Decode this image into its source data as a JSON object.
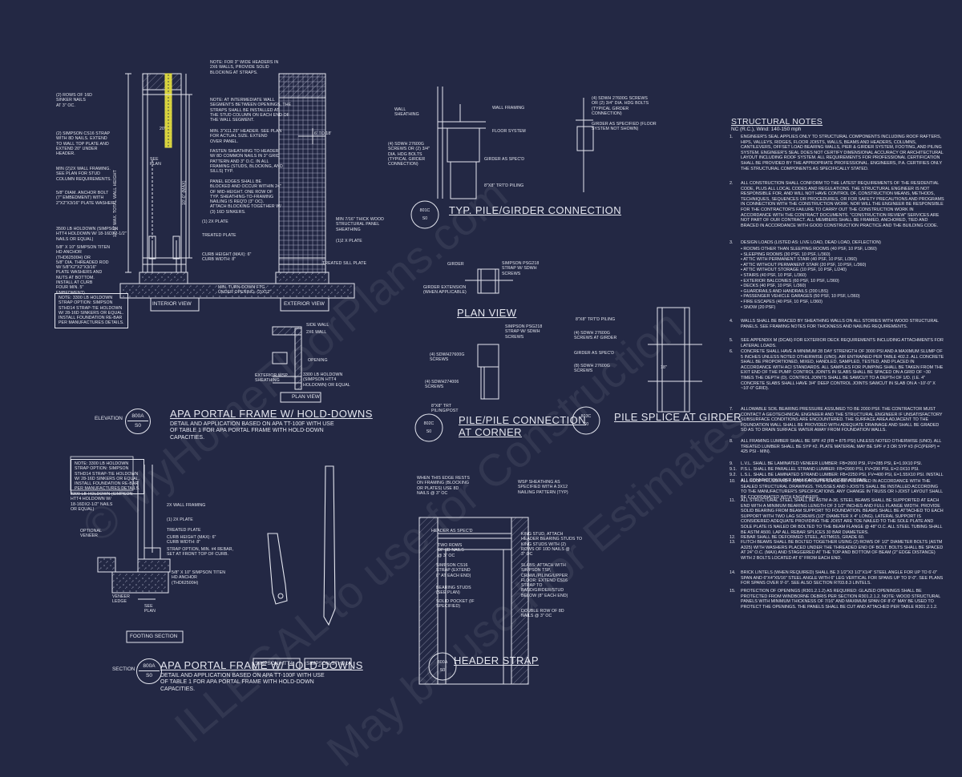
{
  "sheet": {
    "background": "#232844",
    "line_color": "#e4e6ef",
    "highlight_color": "#e5e04a"
  },
  "watermark": {
    "line1": "© MyHomeFloorPlans.com",
    "line2": "ILLEGAL to use for Construction",
    "line3": "May be used for Estimates"
  },
  "apa_frame": {
    "labels": {
      "sinker": "(2) ROWS OF 16d\nSINKER NAILS\nAT 3\" OC.",
      "strap": "(2) SIMPSON CS16 STRAP\nWITH 8d NAILS. EXTEND\nTO WALL TOP PLATE AND\nEXTEND 20\" UNDER\nHEADER.",
      "framing": "MIN (2)2X WALL FRAMING.\nSEE PLAN FOR STUD\nCOLUMN REQUIREMENTS.",
      "anchor_bolt": "5/8\" DIAM. ANCHOR BOLT\n(7\" EMBEDMENT) WITH\n2\"x2\"x3/16\" PLATE WASHER.",
      "holdown": "3500 LB HOLDOWN (SIMPSON\nHTT4 HOLDOWN W/ 18-16dx2-1/2\"\nNAILS OR EQUAL)",
      "titen": "5/8\" x 10\" SIMPSON TITEN\nHD ANCHOR\n(THD62500H) OR\n5/8\" DIA. THREADED ROD\nW/ 5/8\"x2\"x2\"x3/16\"\nPLATE WASHERS AND\nNUTS AT BOTTOM.\nINSTALL AT CURB\nFOUR MIN. 5\"\nEMBEDMENT).",
      "note_box": "NOTE: 3300 LB HOLDOWN\nSTRAP OPTION: SIMPSON\nSTHD14 STRAP-TIE HOLDOWN\nW/ 28-16d SINKERS OR EQUAL.\nINSTALL FOUNDATION RE-BAR\nPER MANUFACTURES DETAILS.",
      "note_headers": "NOTE: FOR 3\" WIDE HEADERS IN\n2x6 WALLS, PROVIDE SOLID\nBLOCKING AT STRAPS.",
      "note_segments": "NOTE: AT INTERMEDIATE WALL\nSEGMENTS BETWEEN OPENINGS, THE\nSTRAPS SHALL BE INSTALLED AT\nTHE STUD COLUMN ON EACH END OF\nTHE WALL SEGMENT.",
      "header_min": "MIN. 3\"x11.25\" HEADER. SEE PLAN\nFOR ACTUAL SIZE. EXTEND\nOVER PANEL.",
      "fasten": "FASTEN SHEATHING TO HEADER\nW/ 8d COMMON NAILS IN 3\" GRID\nPATTERN AND 3\" O.C. IN ALL\nFRAMING (STUDS, BLOCKING, AND\nSILLS) TYP.",
      "panel_edges": "PANEL EDGES SHALL BE\nBLOCKED AND OCCUR WITHIN 24\"\nOF MID-HEIGHT. ONE ROW OF\nTYP. SHEATHING-TO-FRAMING\nNAILING IS REQ'D (3\" OC).\nATTACH BLOCKING TOGETHER W/\n(3) 16d SINKERS.",
      "top_plate": "(1) 2x PLATE",
      "treated_plate": "TREATED PLATE",
      "curb": "CURB HEIGHT (MAX): 6\"\nCURB WIDTH: 8\"",
      "turn_down": "MIN. TURN-DOWN FTG.\nUNDER OPENING: (2)x12\"",
      "see_plan": "SEE\nPLAN",
      "dim_max": "12'-0\" MAX. TOTAL WALL HEIGHT",
      "dim_10": "10'-0\" (MAX)",
      "dim_20": "20\"",
      "dim_6to18": "6' TO 18'",
      "osb": "MIN 7/16\" THICK WOOD\nSTRUCTURAL PANEL\nSHEATHING",
      "plate2": "(1)2 x PLATE",
      "sill": "TREATED SILL PLATE",
      "interior": "INTERIOR VIEW",
      "exterior": "EXTERIOR VIEW"
    },
    "plan_labels": {
      "side_wall": "SIDE WALL",
      "wall_2x6": "2x6 WALL",
      "opening": "OPENING",
      "ext_sheathing": "EXTERIOR WSP\nSHEATHING",
      "holdown": "3300 LB HOLDOWN\n(SIMPSON HTT4\nHOLDOWN) OR EQUAL",
      "plan_view": "PLAN VIEW"
    },
    "tag_label": "ELEVATION",
    "tag_num": "800A",
    "tag_sheet": "S0",
    "title": "APA PORTAL FRAME W/ HOLD-DOWNS",
    "desc": "DETAIL AND APPLICATION BASED ON APA TT-100F WITH USE\nOF TABLE 1 FOR APA PORTAL FRAME WITH HOLD-DOWN\nCAPACITIES."
  },
  "apa_section": {
    "labels": {
      "note_box": "NOTE: 3300 LB HOLDOWN\nSTRAP OPTION: SIMPSON\nSTHD14 STRAP-TIE HOLDOWN\nW/ 28-16d SINKERS OR EQUAL.\nINSTALL FOUNDATION RE-BAR\nPER MANUFACTURES DETAILS.",
      "holdown": "3300 LB HOLDOWN (SIMPSON\nHTT4 HOLDOWN W/\n18-16dx2-1/2\" NAILS\nOR EQUAL)",
      "optional_veneer": "OPTIONAL\nVENEER",
      "veneer_ledge": "VENEER\nLEDGE",
      "framing": "2X WALL FRAMING",
      "plate": "(1) 2x PLATE",
      "treated": "TREATED PLATE",
      "curb": "CURB HEIGHT (MAX): 6\"\nCURB WIDTH: 8\"",
      "strap_option": "STRAP OPTION, MIN. #4 REBAR,\nSET AT FRONT TOP OF CURB.",
      "titen": "5/8\" x 10\" SIMPSON TITEN\nHD ANCHOR\n(THD62500H)",
      "see_plan": "SEE\nPLAN",
      "footing": "FOOTING SECTION",
      "htt4": "SIMPSON HTT4",
      "sthd14": "SIMPSON STHD14"
    },
    "tag_label": "SECTION",
    "tag_num": "800A",
    "tag_sheet": "S0",
    "title": "APA PORTAL FRAME W/ HOLD-DOWNS",
    "desc": "DETAIL AND APPLICATION BASED ON APA TT-100F WITH USE\nOF TABLE 1 FOR APA PORTAL FRAME WITH HOLD-DOWN\nCAPACITIES."
  },
  "pile_girder": {
    "labels": {
      "wall_sheathing": "WALL\nSHEATHING",
      "wall_framing": "WALL FRAMING",
      "floor_system": "FLOOR SYSTEM",
      "sdwh_left": "(4) SDWH 27600G\nSCREWS OR (2) 3/4\"\nDIA. HDG BOLTS\n(TYPICAL GIRDER\nCONNECTION)",
      "girder_spec": "GIRDER AS SPEC'D",
      "piling": "8\"x8\" TRT'D PILING",
      "sdwh_right": "(4) SDWH 27600G SCREWS\nOR (2) 3/4\" DIA. HDG BOLTS\n(TYPICAL GIRDER\nCONNECTION)",
      "girder_right": "GIRDER AS SPECIFIED (FLOOR\nSYSTEM NOT SHOWN)"
    },
    "tag_num": "801C",
    "tag_sheet": "S0",
    "title": "TYP. PILE/GIRDER CONNECTION"
  },
  "plan_view": {
    "labels": {
      "girder": "GIRDER",
      "simpson": "SIMPSON PSG218\nSTRAP W/ SDWH\nSCREWS",
      "extension": "GIRDER EXTENSION\n(WHEN APPLICABLE)"
    },
    "title": "PLAN VIEW"
  },
  "pile_corner": {
    "labels": {
      "simpson": "SIMPSON PSG218\nSTRAP W/ SDWH\nSCREWS",
      "sdwh1": "(4) SDWH27600G\nSCREWS",
      "sdwh2": "(4) SDWH274006\nSCREWS",
      "pile": "8\"x8\" TRT\nPILING/POST"
    },
    "tag_num": "802C",
    "tag_sheet": "S0",
    "title1": "PILE/PILE CONNECTION",
    "title2": "AT CORNER"
  },
  "pile_splice": {
    "labels": {
      "piling": "8\"x8\" TRT'D PILING",
      "sdwh_girder": "(4) SDWH 27600G\nSCREWS AT GIRDER",
      "girder": "GIRDER AS SPEC'D",
      "sdwh_8": "(8) SDWH 27600G\nSCREWS",
      "dim": "18\""
    },
    "tag_num": "803C",
    "tag_sheet": "S0",
    "title": "PILE SPLICE AT GIRDER"
  },
  "header_strap": {
    "labels": {
      "edge_rests": "WHEN THIS EDGE RESTS\nON FRAMING (BLOCKING\nOR PLATES) USE 8d\nNAILS @ 3\" OC",
      "wsp": "WSP SHEATHING AS\nSPECIFIED WITH A 3X12\nNAILING PATTERN (TYP)",
      "header": "HEADER AS SPEC'D",
      "two_rows": "TWO ROWS\nOF 8d NAILS\n@ 3\" OC",
      "simpson": "SIMPSON CS16\nSTRAP (EXTEND\n8\" AT EACH END)",
      "bearing": "BEARING STUDS\n(SEE PLAN)",
      "solid": "SOLID POCKET (IF\nSPECIFIED)",
      "king_stud": "KING STUD, ATTACH\nHEADER BEARING STUDS TO\nKING STUDS WITH (2)\nROWS OF 10d NAILS @\n3\" OC",
      "slabs": "SLABS: ATTACH WITH\nSIMPSON TSP,\nCRAWL/PILING/UPPER\nFLOOR: EXTEND CS16\nSTRAP TO\nBAND/GIRDER/STUD\nBELOW (8\" EACH END)",
      "double": "DOUBLE ROW OF 8d\nNAILS @ 3\" OC"
    },
    "tag_num": "800A",
    "tag_sheet": "S0",
    "title": "HEADER STRAP"
  },
  "notes": {
    "heading": "STRUCTURAL NOTES",
    "subheading": "NC (R.C.), Wind: 140-150 mph",
    "paragraphs": [
      {
        "num": "1.",
        "text": "ENGINEER'S SEAL APPLIES ONLY TO STRUCTURAL COMPONENTS INCLUDING ROOF RAFTERS, HIPS, VALLEYS, RIDGES, FLOOR JOISTS, WALLS, BEAMS AND HEADERS, COLUMNS, CANTILEVERS, OFFSET LOAD BEARING WALLS, PIER & GIRDER SYSTEM, FOOTING, AND PILING SYSTEM. ENGINEER'S SEAL DOES NOT CERTIFY DIMENSIONAL ACCURACY OR ARCHITECTURAL LAYOUT INCLUDING ROOF SYSTEM. ALL REQUIREMENTS FOR PROFESSIONAL CERTIFICATION SHALL BE PROVIDED BY THE APPROPRIATE PROFESSIONAL. ENGINEERS, P.A. CERTIFIES ONLY THE STRUCTURAL COMPONENTS AS SPECIFICALLY STATED."
      },
      {
        "num": "2.",
        "text": "ALL CONSTRUCTION SHALL CONFORM TO THE LATEST REQUIREMENTS OF THE RESIDENTIAL CODE, PLUS ALL LOCAL CODES AND REGULATIONS. THE STRUCTURAL ENGINEER IS NOT RESPONSIBLE FOR, AND WILL NOT HAVE CONTROL OF, CONSTRUCTION MEANS, METHODS, TECHNIQUES, SEQUENCES OR PROCEDURES, OR FOR SAFETY PRECAUTIONS AND PROGRAMS IN CONNECTION WITH THE CONSTRUCTION WORK. NOR WILL THE ENGINEER BE RESPONSIBLE FOR THE CONTRACTOR'S FAILURE TO CARRY OUT THE CONSTRUCTION WORK IN ACCORDANCE WITH THE CONTRACT DOCUMENTS. \"CONSTRUCTION REVIEW\" SERVICES ARE NOT PART OF OUR CONTRACT. ALL MEMBERS SHALL BE FRAMED, ANCHORED, TIED AND BRACED IN ACCORDANCE WITH GOOD CONSTRUCTION PRACTICE AND THE BUILDING CODE."
      },
      {
        "num": "3.",
        "text": "DESIGN LOADS (LISTED AS: LIVE LOAD, DEAD LOAD, DEFLECTION)"
      },
      {
        "num": "",
        "text": "• ROOMS OTHER THAN SLEEPING ROOMS (40 PSF, 10 PSF, L/360)\n• SLEEPING ROOMS (30 PSF, 10 PSF, L/360)\n• ATTIC WITH PERMANENT STAIR (40 PSF, 10 PSF, L/360)\n• ATTIC WITHOUT PERMANENT STAIR (20 PSF, 10 PSF, L/360)\n• ATTIC WITHOUT STORAGE (10 PSF, 10 PSF, L/240)\n• STAIRS (40 PSF, 10 PSF, L/360)\n• EXTERIOR BALCONIES (60 PSF, 10 PSF, L/360)\n• DECKS (40 PSF, 10 PSF, L/360)\n• GUARDRAILS AND HANDRAILS (200 LBS)\n• PASSENGER VEHICLE GARAGES (50 PSF, 10 PSF, L/360)\n• FIRE ESCAPES (40 PSF, 10 PSF, L/360)\n• SNOW (20 PSF)"
      },
      {
        "num": "4.",
        "text": "WALLS SHALL BE BRACED BY SHEATHING WALLS ON ALL STORIES WITH WOOD STRUCTURAL PANELS. SEE FRAMING NOTES FOR THICKNESS AND NAILING REQUIREMENTS."
      },
      {
        "num": "5.",
        "text": "SEE APPENDIX M (DCA6) FOR EXTERIOR DECK REQUIREMENTS INCLUDING ATTACHMENTS FOR LATERAL LOADS."
      },
      {
        "num": "6.",
        "text": "CONCRETE SHALL HAVE A MINIMUM 28 DAY STRENGTH OF 3000 PSI AND A MAXIMUM SLUMP OF 5 INCHES UNLESS NOTED OTHERWISE (UNO). AIR ENTRAINED PER TABLE 402.2. ALL CONCRETE SHALL BE PROPORTIONED, MIXED, HANDLED, SAMPLED, TESTED, AND PLACED IN ACCORDANCE WITH ACI STANDARDS. ALL SAMPLES FOR PUMPING SHALL BE TAKEN FROM THE EXIT END OF THE PUMP. CONTROL JOINTS IN SLABS SHALL BE SPACED ON A GRID OF ~30 TIMES THE DEPTH (D). CONTROL JOINTS SHALL BE SAWCUT TO A DEPTH OF 1/D. (I.E. 4\" CONCRETE SLABS SHALL HAVE 3/4\" DEEP CONTROL JOINTS SAWCUT IN SLAB ON A ~10'-0\" x ~10'-0\" GRID)."
      },
      {
        "num": "7.",
        "text": "ALLOWABLE SOIL BEARING PRESSURE ASSUMED TO BE 2000 PSF. THE CONTRACTOR MUST CONTACT A GEOTECHNICAL ENGINEER AND THE STRUCTURAL ENGINEER IF UNSATISFACTORY SUBSURFACE CONDITIONS ARE ENCOUNTERED. THE SURFACE AREA ADJACENT TO THE FOUNDATION WALL SHALL BE PROVIDED WITH ADEQUATE DRAINAGE AND SHALL BE GRADED SO AS TO DRAIN SURFACE WATER AWAY FROM FOUNDATION WALLS."
      },
      {
        "num": "8.",
        "text": "ALL FRAMING LUMBER SHALL BE SPF #2 (Fb = 875 PSI) UNLESS NOTED OTHERWISE (UNO). ALL TREATED LUMBER SHALL BE SYP #2. PLATE MATERIAL MAY BE SPF # 3 OR SYP #3 (Fc(perp) = 425 PSI - MIN)."
      },
      {
        "num": "9.",
        "text": "L.V.L. SHALL BE LAMINATED VENEER LUMBER: Fb=2600 PSI, Fv=285 PSI, E=1.9x10 PSI."
      },
      {
        "num": "9.1.",
        "text": "P.S.L. SHALL BE PARALLEL STRAND LUMBER: Fb=2900 PSI, Fv=290 PSI, E=2.0x10 PSI."
      },
      {
        "num": "9.2.",
        "text": "L.S.L. SHALL BE LAMINATED STRAND LUMBER: Fb=2250 PSI, Fv=400 PSI, E=1.55x10 PSI. INSTALL ALL CONNECTIONS PER MANUFACTURER'S INSTRUCTIONS."
      },
      {
        "num": "10.",
        "text": "ALL ROOF TRUSS AND I-JOIST LAYOUTS SHALL BE PREPARED IN ACCORDANCE WITH THE SEALED STRUCTURAL DRAWINGS. TRUSSES AND I-JOISTS SHALL BE INSTALLED ACCORDING TO THE MANUFACTURER'S SPECIFICATIONS. ANY CHANGE IN TRUSS OR I-JOIST LAYOUT SHALL BE COORDINATED WITH ENGINEERS."
      },
      {
        "num": "11.",
        "text": "ALL STRUCTURAL STEEL SHALL BE ASTM A-36. STEEL BEAMS SHALL BE SUPPORTED AT EACH END WITH A MINIMUM BEARING LENGTH OF 3 1/2\" INCHES AND FULL FLANGE WIDTH. PROVIDE SOLID BEARING FROM BEAM SUPPORT TO FOUNDATION. BEAMS SHALL BE ATTACHED TO EACH SUPPORT WITH TWO LAG SCREWS (1/2\" DIAMETER x 4\" LONG). LATERAL SUPPORT IS CONSIDERED ADEQUATE PROVIDING THE JOIST ARE TOE NAILED TO THE SOLE PLATE AND SOLE PLATE IS NAILED OR BOLTED TO THE BEAM FLANGE @ 48\" O.C. ALL STEEL TUBING SHALL BE ASTM A500. LAP ALL REBAR SPLICES 30 BAR DIAMETERS."
      },
      {
        "num": "12.",
        "text": "REBAR SHALL BE DEFORMED STEEL, ASTM615, GRADE 60."
      },
      {
        "num": "13.",
        "text": "FLITCH BEAMS SHALL BE BOLTED TOGETHER USING (2) ROWS OF 1/2\" DIAMETER BOLTS (ASTM A325) WITH WASHERS PLACED UNDER THE THREADED END OF BOLT. BOLTS SHALL BE SPACED AT 24\" O.C. (MAX) AND STAGGERED AT THE TOP AND BOTTOM OF BEAM (2\" EDGE DISTANCE) WITH 2 BOLTS LOCATED AT 6\" FROM EACH END."
      },
      {
        "num": "14.",
        "text": "BRICK LINTELS (WHEN REQUIRED) SHALL BE 3 1/2\"x3 1/2\"x1/4\" STEEL ANGLE FOR UP TO 6'-0\" SPAN AND 6\"x4\"x5/16\" STEEL ANGLE WITH 6\" LEG VERTICAL FOR SPANS UP TO 9'-0\". SEE PLANS FOR SPANS OVER 9'-0\". SEE ALSO SECTION R703.8.3 LINTELS."
      },
      {
        "num": "15.",
        "text": "PROTECTION OF OPENINGS (R301.2.1.2) AS REQUIRED: GLAZED OPENINGS SHALL BE PROTECTED FROM WINDBORNE DEBRIS PER SECTION R301.2.1.2. NOTE: WOOD STRUCTURAL PANELS WITH MINIMUM THICKNESS OF 7/16\" AND MAXIMUM SPAN OF 8'-0\" MAY BE USED TO PROTECT THE OPENINGS. THE PANELS SHALL BE CUT AND ATTACHED PER TABLE R301.2.1.2."
      }
    ]
  }
}
